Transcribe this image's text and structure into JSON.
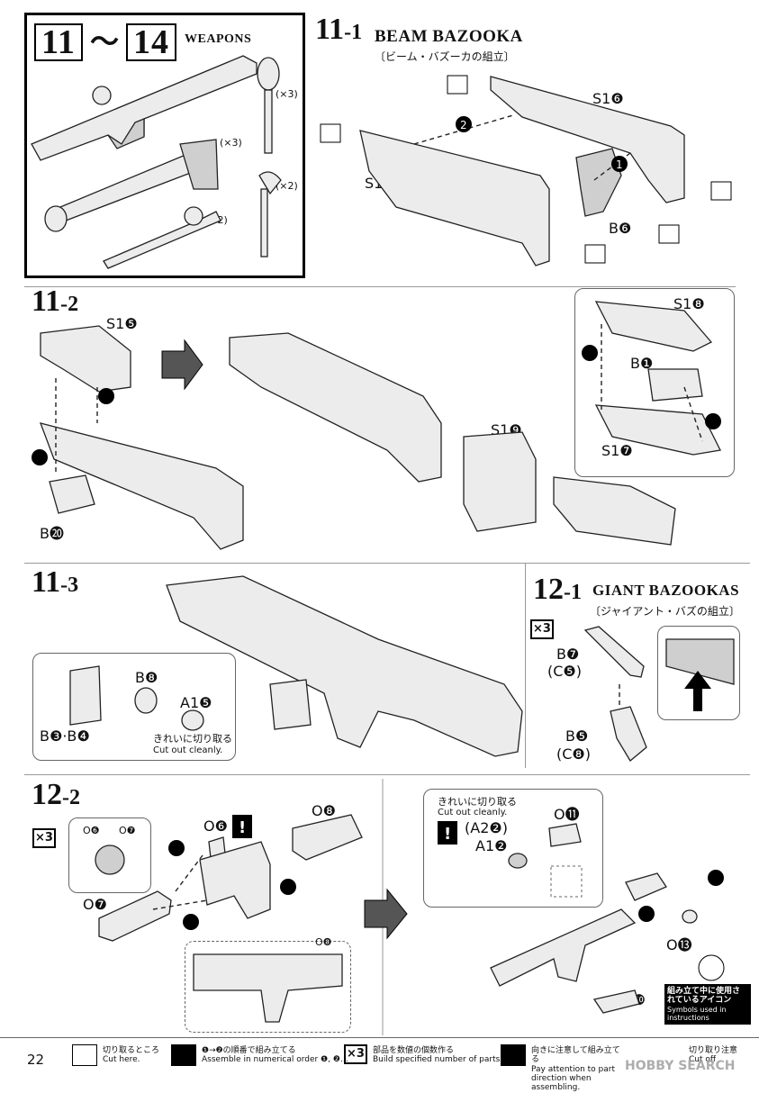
{
  "weapons_box": {
    "num_start": "11",
    "tilde": "～",
    "num_end": "14",
    "label": "WEAPONS",
    "counts": [
      "(×3)",
      "(×3)",
      "(×2)",
      "(×2)"
    ]
  },
  "step_11_1": {
    "num": "11",
    "sub": "-1",
    "title": "BEAM BAZOOKA",
    "jp": "〔ビーム・バズーカの組立〕",
    "parts": [
      "S1❻",
      "S1❿",
      "B❻"
    ]
  },
  "step_11_2": {
    "num": "11",
    "sub": "-2",
    "parts": [
      "S1❺",
      "B⓴",
      "S1❽",
      "B❶",
      "S1❼",
      "S1❾"
    ]
  },
  "step_11_3": {
    "num": "11",
    "sub": "-3",
    "parts": [
      "B❽",
      "A1❺",
      "B❸·B❹"
    ],
    "cut_jp": "きれいに切り取る",
    "cut_en": "Cut out cleanly."
  },
  "step_12_1": {
    "num": "12",
    "sub": "-1",
    "title": "GIANT BAZOOKAS",
    "jp": "〔ジャイアント・バズの組立〕",
    "qty": "×3",
    "parts": [
      "B❼",
      "(C❺)",
      "B❺",
      "(C❽)"
    ]
  },
  "step_12_2": {
    "num": "12",
    "sub": "-2",
    "qty": "×3",
    "parts": [
      "O❻",
      "O❼",
      "O❻",
      "O❽",
      "O❼",
      "O❽",
      "O⓫",
      "(A2❷)",
      "A1❷",
      "O⓭",
      "O❿"
    ],
    "cut_jp": "きれいに切り取る",
    "cut_en": "Cut out cleanly."
  },
  "footer": {
    "page": "22",
    "cut": {
      "jp": "切り取るところ",
      "en": "Cut here."
    },
    "order": {
      "jp": "❶→❷の順番で組み立てる",
      "en": "Assemble in numerical order ❶, ❷..."
    },
    "count": {
      "icon": "×3",
      "jp": "部品を数値の個数作る",
      "en": "Build specified number of parts."
    },
    "attention": {
      "jp": "向きに注意して組み立てる",
      "en": "Pay attention to part direction when assembling."
    },
    "icons_box": {
      "jp": "組み立て中に使用されているアイコン",
      "en": "Symbols used in instructions"
    },
    "cutout": {
      "jp": "切り取り注意",
      "en": "Cut off"
    }
  },
  "watermark": "HOBBY SEARCH"
}
